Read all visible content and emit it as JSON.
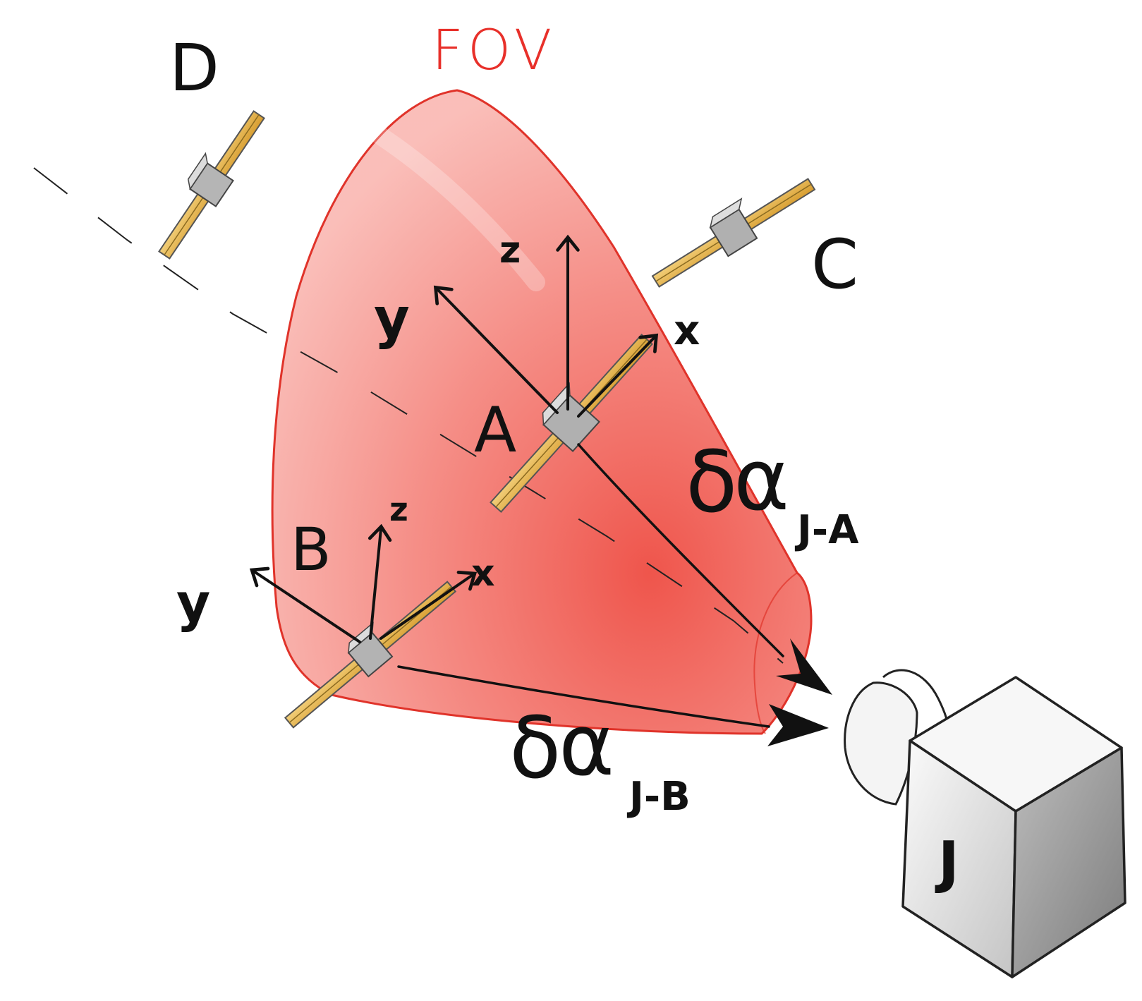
{
  "labels": {
    "fov": "FOV",
    "sat_a": "A",
    "sat_b": "B",
    "sat_c": "C",
    "sat_d": "D",
    "station_j": "J",
    "axis_a_z": "z",
    "axis_a_y": "y",
    "axis_a_x": "x",
    "axis_b_z": "z",
    "axis_b_y": "y",
    "axis_b_x": "x",
    "delta": "δ",
    "alpha": "α",
    "sub_ja": "J-A",
    "sub_jb": "J-B"
  },
  "colors": {
    "fov_fill": "#f26a5e",
    "fov_edge": "#e0332a",
    "fov_text": "#e8302a",
    "panel": "#e8b54a",
    "body": "#a8a8a8",
    "ink": "#111111",
    "box_light": "#f3f3f3",
    "box_mid": "#c9c9c9",
    "box_dark": "#9a9a9a"
  }
}
